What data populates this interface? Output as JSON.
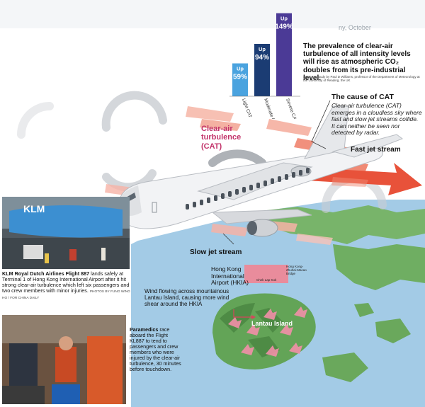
{
  "header": {
    "fragment": "ny, October"
  },
  "bar_chart": {
    "headline": "The prevalence of clear-air turbulence of all intensity levels will rise as atmospheric CO₂ doubles from its pre-industrial level.",
    "source": "Source: a study by Paul D Williams, professor of the Department of Meteorology at the University of Reading, the UK",
    "colors": {
      "light": "#4aa3df",
      "moderate": "#1b3c73",
      "severe": "#4b3a96"
    }
  },
  "chart_data": {
    "type": "bar",
    "categories": [
      "Light CAT",
      "Moderate CAT",
      "Severe CAT"
    ],
    "series": [
      {
        "values": [
          59,
          94,
          149
        ]
      }
    ],
    "value_labels": [
      [
        "Up",
        "59%"
      ],
      [
        "Up",
        "94%"
      ],
      [
        "Up",
        "149%"
      ]
    ],
    "ylim": [
      0,
      160
    ]
  },
  "diagram": {
    "cat_label": "Clear-air turbulence (CAT)",
    "cause_title": "The cause of CAT",
    "cause_text": "Clear-air turbulence (CAT) emerges in a cloudless sky where fast and slow jet streams collide. It can neither be seen nor detected by radar.",
    "fast_jet": "Fast jet stream",
    "slow_jet": "Slow jet stream",
    "colors": {
      "arrow": "#e8523a",
      "arrow_pale": "#f6b3a6",
      "plane": "#f2f3f5",
      "cat_text": "#c2336a"
    }
  },
  "map": {
    "airport": "Hong Kong International Airport (HKIA)",
    "airport_sub_1": "Chek Lap Kok",
    "airport_sub_2": "Hong Kong-Zhuhai-Macao Bridge",
    "wind_text": "Wind flowing across mountainous Lantau Island, causing more wind shear around the HKIA",
    "island": "Lantau Island",
    "colors": {
      "sea": "#9ec7e4",
      "land": "#6aa85c",
      "airport_box": "#e77c8f"
    }
  },
  "photo1": {
    "caption_bold": "KLM Royal Dutch Airlines Flight 887",
    "caption": "lands safely at Terminal 1 of Hong Kong International Airport after it hit strong clear-air turbulence which left six passengers and two crew members with minor injuries.",
    "credit": "PHOTOS BY FUNG WING HO / FOR CHINA DAILY",
    "logo": "KLM"
  },
  "photo2": {
    "caption_bold": "Paramedics",
    "caption": "race aboard the Flight KL887 to tend to passengers and crew members who were injured by the clear-air turbulence, 30 minutes before touchdown."
  }
}
